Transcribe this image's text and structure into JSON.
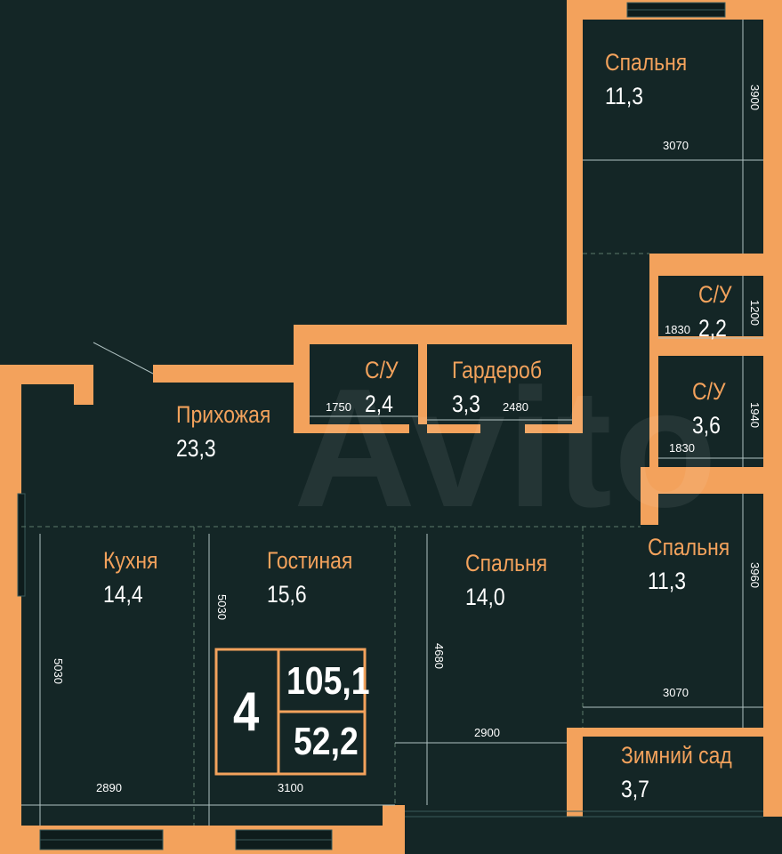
{
  "watermark": "Avito",
  "rooms": [
    {
      "id": "bedroom-top",
      "name": "Спальня",
      "area": "11,3"
    },
    {
      "id": "bath-right-1",
      "name": "С/У",
      "area": "2,2"
    },
    {
      "id": "bath-right-2",
      "name": "С/У",
      "area": "3,6"
    },
    {
      "id": "bath-center",
      "name": "С/У",
      "area": "2,4"
    },
    {
      "id": "wardrobe",
      "name": "Гардероб",
      "area": "3,3"
    },
    {
      "id": "hallway",
      "name": "Прихожая",
      "area": "23,3"
    },
    {
      "id": "kitchen",
      "name": "Кухня",
      "area": "14,4"
    },
    {
      "id": "living",
      "name": "Гостиная",
      "area": "15,6"
    },
    {
      "id": "bedroom-mid",
      "name": "Спальня",
      "area": "14,0"
    },
    {
      "id": "bedroom-right",
      "name": "Спальня",
      "area": "11,3"
    },
    {
      "id": "winter-garden",
      "name": "Зимний сад",
      "area": "3,7"
    }
  ],
  "dimensions": {
    "top_bedroom_width": "3070",
    "top_bedroom_height": "3900",
    "bath1_width": "1830",
    "bath1_height": "1200",
    "bath2_width": "1830",
    "bath2_height": "1940",
    "bath_center_width": "1750",
    "wardrobe_width": "2480",
    "kitchen_height": "5030",
    "kitchen_width": "2890",
    "living_height": "5030",
    "living_width": "3100",
    "bedroom_mid_height": "4680",
    "bedroom_mid_width": "2900",
    "bedroom_right_height": "3960",
    "bedroom_right_width": "3070"
  },
  "summary": {
    "rooms_count": "4",
    "total_area": "105,1",
    "living_area": "52,2"
  },
  "colors": {
    "background": "#142626",
    "wall": "#F3A25C",
    "label": "#F3A25C",
    "text": "#FFFFFF"
  }
}
